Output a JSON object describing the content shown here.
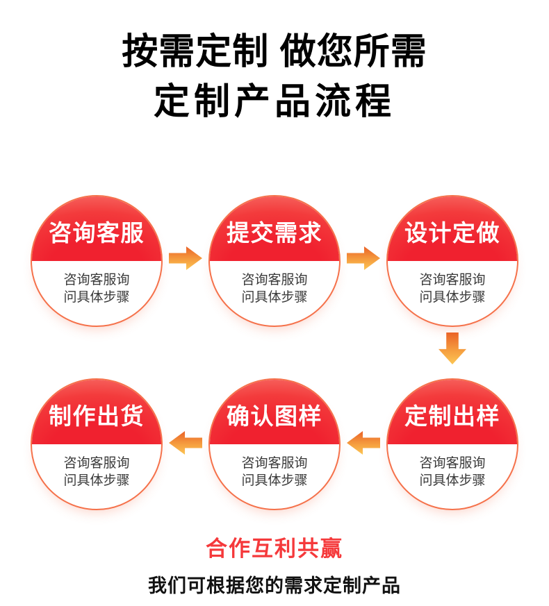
{
  "header": {
    "line1": "按需定制 做您所需",
    "line2": "定制产品流程"
  },
  "steps": [
    {
      "title": "咨询客服",
      "desc_line1": "咨询客服询",
      "desc_line2": "问具体步骤"
    },
    {
      "title": "提交需求",
      "desc_line1": "咨询客服询",
      "desc_line2": "问具体步骤"
    },
    {
      "title": "设计定做",
      "desc_line1": "咨询客服询",
      "desc_line2": "问具体步骤"
    },
    {
      "title": "定制出样",
      "desc_line1": "咨询客服询",
      "desc_line2": "问具体步骤"
    },
    {
      "title": "确认图样",
      "desc_line1": "咨询客服询",
      "desc_line2": "问具体步骤"
    },
    {
      "title": "制作出货",
      "desc_line1": "咨询客服询",
      "desc_line2": "问具体步骤"
    }
  ],
  "arrows": [
    {
      "between": "咨询客服→提交需求",
      "direction": "right"
    },
    {
      "between": "提交需求→设计定做",
      "direction": "right"
    },
    {
      "between": "设计定做→定制出样",
      "direction": "down"
    },
    {
      "between": "定制出样→确认图样",
      "direction": "left"
    },
    {
      "between": "确认图样→制作出货",
      "direction": "left"
    }
  ],
  "footer": {
    "slogan": "合作互利共赢",
    "subtitle": "我们可根据您的需求定制产品"
  },
  "icons": {
    "flow_arrow_right": "block-arrow-right",
    "flow_arrow_down": "block-arrow-down",
    "flow_arrow_left": "block-arrow-left"
  },
  "colors": {
    "circle_red_deep": "#f0212f",
    "circle_red_light": "#f9887d",
    "circle_border": "#f5714a",
    "arrow_gradient_top": "#ea6227",
    "arrow_gradient_bottom": "#fcc654",
    "slogan_red": "#f5393b",
    "title_black": "#000000",
    "desc_gray": "#3a3a3a",
    "background": "#ffffff"
  }
}
